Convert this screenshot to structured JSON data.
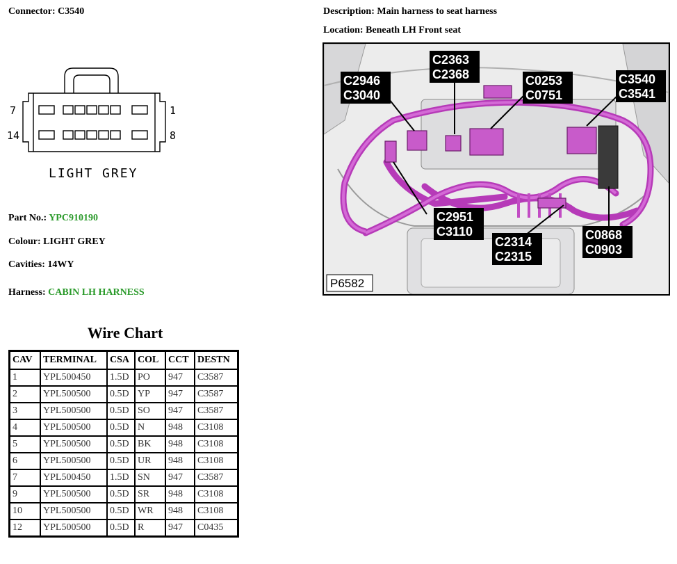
{
  "connector": {
    "label": "Connector:",
    "value": "C3540"
  },
  "description": {
    "label": "Description:",
    "value": "Main harness to seat harness"
  },
  "location": {
    "label": "Location:",
    "value": "Beneath LH Front seat"
  },
  "pinout": {
    "left_top": "7",
    "left_bottom": "14",
    "right_top": "1",
    "right_bottom": "8",
    "colour_text": "LIGHT GREY"
  },
  "part_no": {
    "label": "Part No.:",
    "value": "YPC910190"
  },
  "colour": {
    "label": "Colour:",
    "value": "LIGHT GREY"
  },
  "cavities": {
    "label": "Cavities:",
    "value": "14WY"
  },
  "harness": {
    "label": "Harness:",
    "value": "CABIN LH HARNESS"
  },
  "photo": {
    "ref": "P6582",
    "callouts": [
      {
        "line1": "C2946",
        "line2": "C3040"
      },
      {
        "line1": "C2363",
        "line2": "C2368"
      },
      {
        "line1": "C0253",
        "line2": "C0751"
      },
      {
        "line1": "C3540",
        "line2": "C3541"
      },
      {
        "line1": "C2951",
        "line2": "C3110"
      },
      {
        "line1": "C2314",
        "line2": "C2315"
      },
      {
        "line1": "C0868",
        "line2": "C0903"
      }
    ]
  },
  "wire_chart": {
    "title": "Wire Chart",
    "headers": [
      "CAV",
      "TERMINAL",
      "CSA",
      "COL",
      "CCT",
      "DESTN"
    ],
    "rows": [
      [
        "1",
        "YPL500450",
        "1.5D",
        "PO",
        "947",
        "C3587"
      ],
      [
        "2",
        "YPL500500",
        "0.5D",
        "YP",
        "947",
        "C3587"
      ],
      [
        "3",
        "YPL500500",
        "0.5D",
        "SO",
        "947",
        "C3587"
      ],
      [
        "4",
        "YPL500500",
        "0.5D",
        "N",
        "948",
        "C3108"
      ],
      [
        "5",
        "YPL500500",
        "0.5D",
        "BK",
        "948",
        "C3108"
      ],
      [
        "6",
        "YPL500500",
        "0.5D",
        "UR",
        "948",
        "C3108"
      ],
      [
        "7",
        "YPL500450",
        "1.5D",
        "SN",
        "947",
        "C3587"
      ],
      [
        "9",
        "YPL500500",
        "0.5D",
        "SR",
        "948",
        "C3108"
      ],
      [
        "10",
        "YPL500500",
        "0.5D",
        "WR",
        "948",
        "C3108"
      ],
      [
        "12",
        "YPL500500",
        "0.5D",
        "R",
        "947",
        "C0435"
      ]
    ]
  }
}
